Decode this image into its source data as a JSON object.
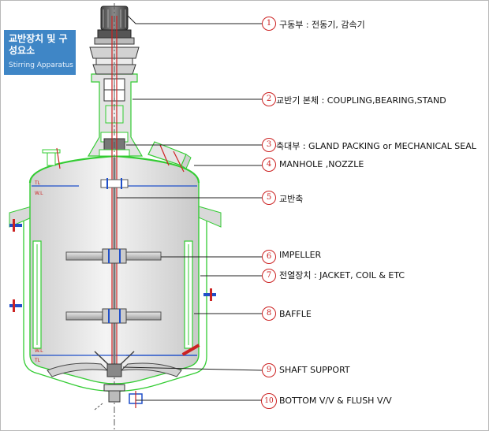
{
  "title": {
    "ko": "교반장치 및 구성요소",
    "en": "Stirring Apparatus"
  },
  "level_marks": {
    "top_tl": "TL",
    "top_wl": "W.L",
    "bottom_wl": "W.L",
    "bottom_tl": "TL"
  },
  "callouts": [
    {
      "number": "1",
      "text": "구동부 : 전동기, 감속기"
    },
    {
      "number": "2",
      "text": "교반기 본체 : COUPLING,BEARING,STAND"
    },
    {
      "number": "3",
      "text": "축대부 : GLAND PACKING or MECHANICAL SEAL"
    },
    {
      "number": "4",
      "text": "MANHOLE ,NOZZLE"
    },
    {
      "number": "5",
      "text": "교반축"
    },
    {
      "number": "6",
      "text": "IMPELLER"
    },
    {
      "number": "7",
      "text": "전열장치 : JACKET, COIL & ETC"
    },
    {
      "number": "8",
      "text": "BAFFLE"
    },
    {
      "number": "9",
      "text": "SHAFT SUPPORT"
    },
    {
      "number": "10",
      "text": "BOTTOM V/V & FLUSH V/V"
    }
  ],
  "colors": {
    "accent": "#3f86c6",
    "outline": "#33cc33",
    "marker": "#cc2222",
    "blade": "#1f4fc9",
    "leader": "#222222"
  }
}
